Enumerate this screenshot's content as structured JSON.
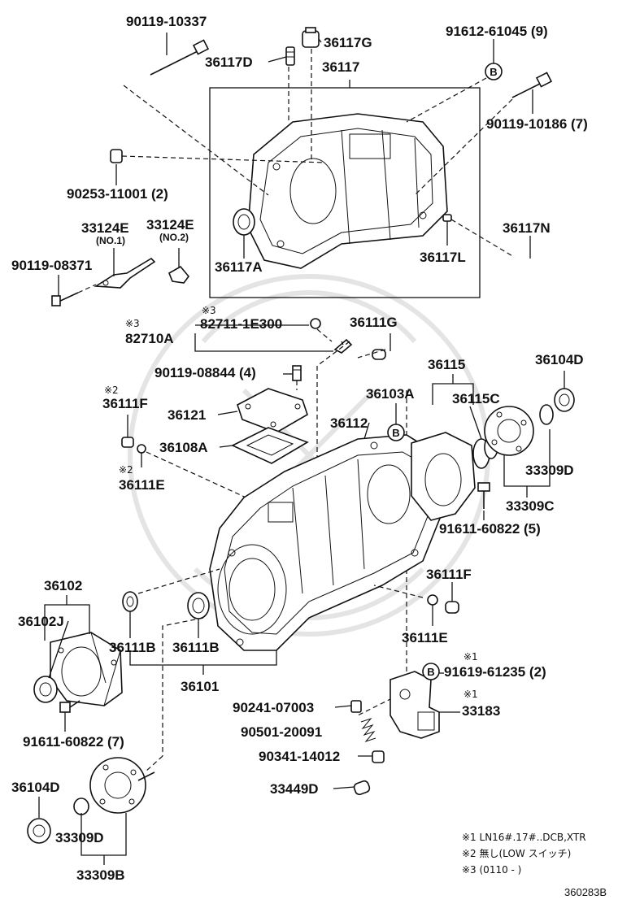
{
  "labels": {
    "p90119_10337": "90119-10337",
    "p36117G": "36117G",
    "p91612_61045": "91612-61045 (9)",
    "p36117D": "36117D",
    "p36117": "36117",
    "p90119_10186": "90119-10186 (7)",
    "p90253_11001": "90253-11001 (2)",
    "p33124E_1": "33124E",
    "p33124E_1_sub": "(NO.1)",
    "p33124E_2": "33124E",
    "p33124E_2_sub": "(NO.2)",
    "p36117N": "36117N",
    "p90119_08371": "90119-08371",
    "p36117A": "36117A",
    "p36117L": "36117L",
    "p82710A_mark": "※3",
    "p82710A": "82710A",
    "p82711_mark": "※3",
    "p82711": "82711-1E300",
    "p36111G": "36111G",
    "p90119_08844": "90119-08844 (4)",
    "p36115": "36115",
    "p36104D_top": "36104D",
    "p36111F_mark": "※2",
    "p36111F_top": "36111F",
    "p36103A": "36103A",
    "p36115C": "36115C",
    "p36121": "36121",
    "p36112": "36112",
    "p36108A": "36108A",
    "p33309D_top": "33309D",
    "p36111E_mark": "※2",
    "p36111E_top": "36111E",
    "p33309C": "33309C",
    "p91611_60822_5": "91611-60822 (5)",
    "p36102": "36102",
    "p36111F_bot": "36111F",
    "p36102J": "36102J",
    "p36111B_1": "36111B",
    "p36111B_2": "36111B",
    "p36111E_bot": "36111E",
    "p36101": "36101",
    "p91619_mark": "※1",
    "p91619_61235": "91619-61235 (2)",
    "p33183_mark": "※1",
    "p33183": "33183",
    "p90241_07003": "90241-07003",
    "p91611_60822_7": "91611-60822 (7)",
    "p90501_20091": "90501-20091",
    "p90341_14012": "90341-14012",
    "p36104D_bot": "36104D",
    "p33449D": "33449D",
    "p33309D_bot": "33309D",
    "p33309B": "33309B",
    "circle_b": "B"
  },
  "notes": {
    "n1": "※1 LN16#.17#..DCB,XTR",
    "n2": "※2 無し(LOW スイッチ)",
    "n3": "※3 (0110 -        )"
  },
  "figure_ref": "360283B"
}
